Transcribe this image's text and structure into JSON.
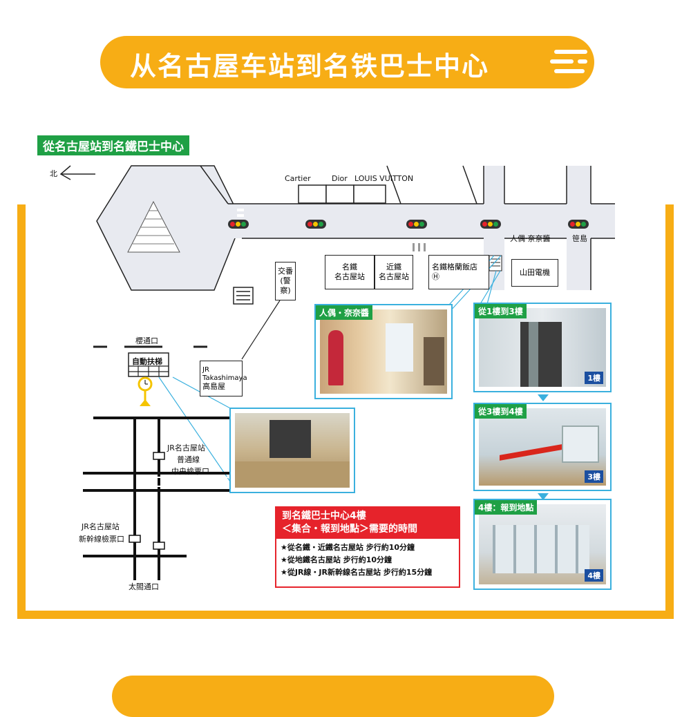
{
  "banner_top": {
    "title": "从名古屋车站到名铁巴士中心"
  },
  "map": {
    "heading": "從名古屋站到名鐵巴士中心",
    "north": "北",
    "shops": [
      "Cartier",
      "Dior",
      "LOUIS VUITTON"
    ],
    "ningyo": "人偶·奈奈醬",
    "sasashima": "笹島",
    "meitetsu_station": [
      "名鐵",
      "名古屋站"
    ],
    "kintetsu_station": [
      "近鐵",
      "名古屋站"
    ],
    "meitetsu_store": "名鐵格蘭飯店",
    "yamada": "山田電機",
    "koban": [
      "交番",
      "(警察)"
    ],
    "sakura_gate": "櫻通口",
    "escalator": "自動扶梯",
    "takashimaya": [
      "JR",
      "Takashimaya",
      "高島屋"
    ],
    "jr_local": [
      "JR名古屋站",
      "普通線",
      "中央檢票口"
    ],
    "jr_shinkansen": [
      "JR名古屋站",
      "新幹線檢票口"
    ],
    "taiko_gate": "太閤通口",
    "photos": {
      "ningyo_tag": "人偶・奈奈醬",
      "f1to3_tag": "從1樓到3樓",
      "f1to3_floor": "1樓",
      "f3to4_tag": "從3樓到4樓",
      "f3to4_floor": "3樓",
      "f4_tag": "4樓：報到地點",
      "f4_floor": "4樓"
    },
    "time_box": {
      "title1": "到名鐵巴士中心4樓",
      "title2": "＜集合・報到地點＞需要的時間",
      "lines": [
        "★從名鐵・近鐵名古屋站 步行約10分鐘",
        "★從地鐵名古屋站 步行約10分鐘",
        "★從JR線・JR新幹線名古屋站 步行約15分鐘"
      ]
    }
  },
  "colors": {
    "banner": "#f7ad15",
    "green": "#1fa045",
    "red": "#e6232b",
    "photo_border": "#3ab0de"
  }
}
